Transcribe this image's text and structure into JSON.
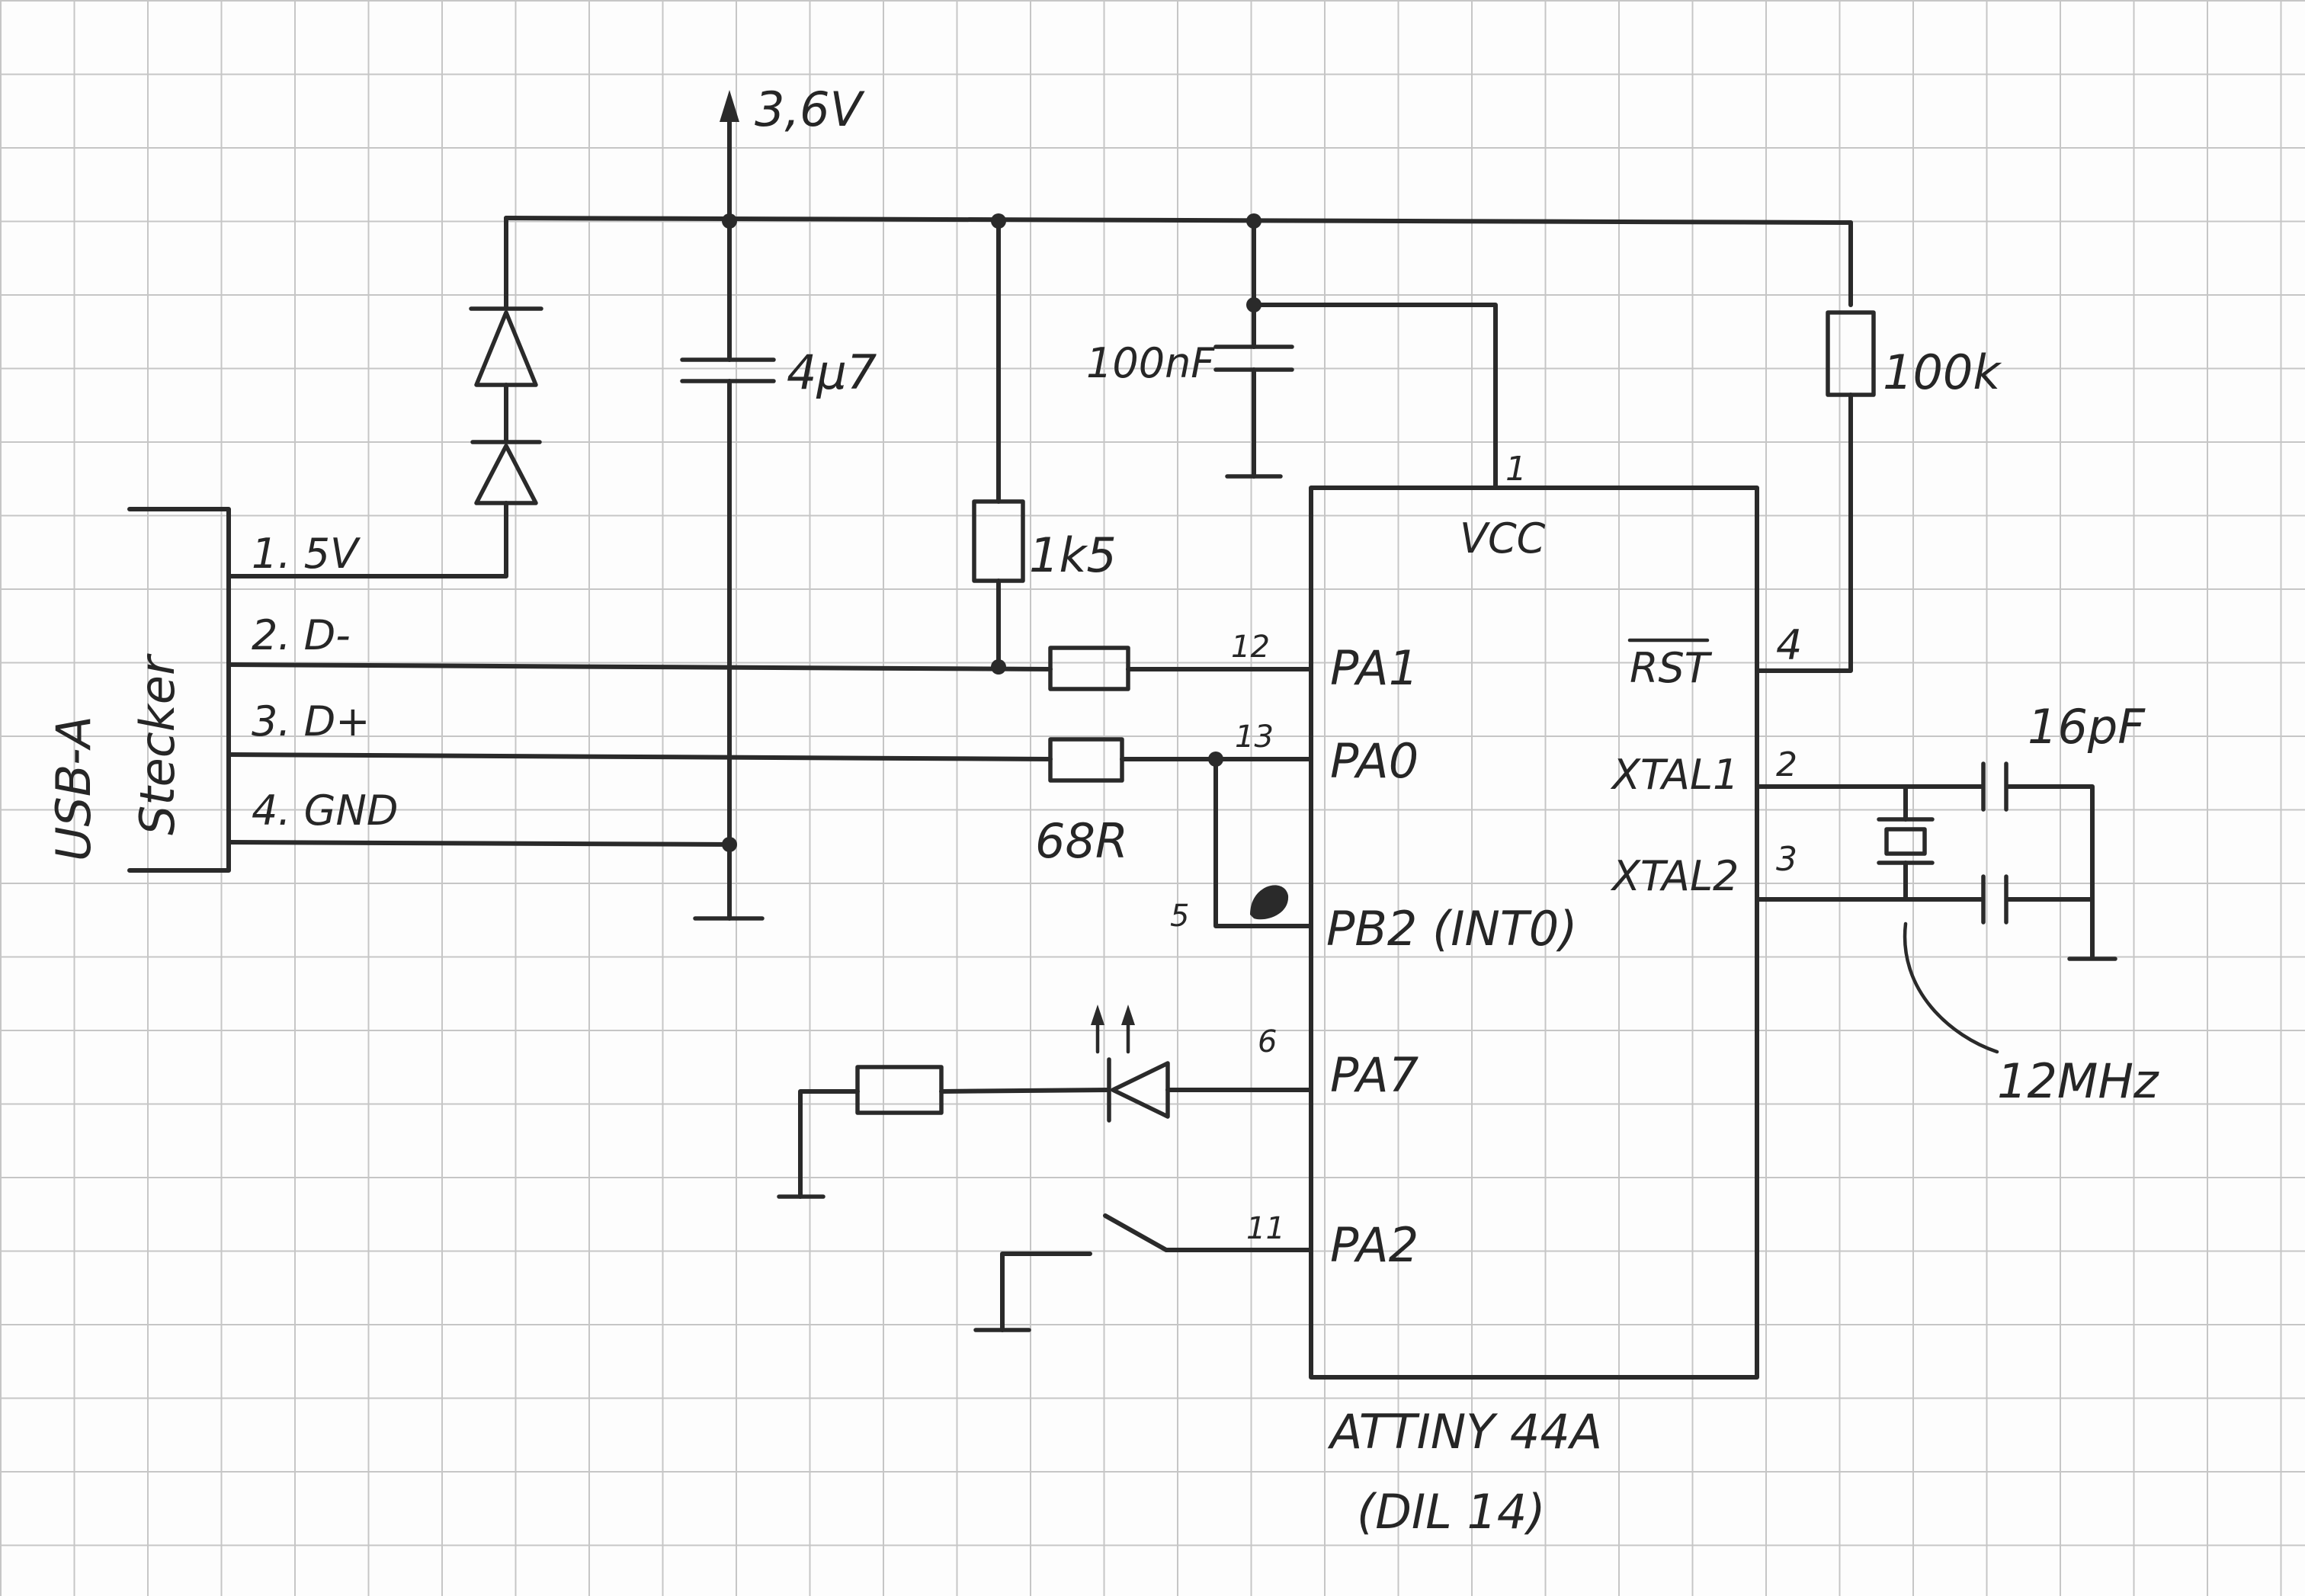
{
  "supply": {
    "voltage_label": "3,6V"
  },
  "usb": {
    "title": "USB-A",
    "subtitle": "Stecker",
    "pins": [
      "1. 5V",
      "2. D-",
      "3. D+",
      "4. GND"
    ]
  },
  "components": {
    "bulk_cap": "4μ7",
    "decoupling_cap": "100nF",
    "pullup_res": "1k5",
    "series_res": "68R",
    "reset_res": "100k",
    "crystal_caps": "16pF",
    "crystal": "12MHz"
  },
  "ic": {
    "name": "ATTINY 44A",
    "package": "(DIL 14)",
    "vcc_label": "VCC",
    "vcc_pin": "1",
    "rst_label": "RST",
    "rst_pin": "4",
    "left_pins": [
      {
        "num": "12",
        "name": "PA1"
      },
      {
        "num": "13",
        "name": "PA0"
      },
      {
        "num": "5",
        "name": "PB2 (INT0)"
      },
      {
        "num": "6",
        "name": "PA7"
      },
      {
        "num": "11",
        "name": "PA2"
      }
    ],
    "right_pins": [
      {
        "num": "2",
        "name": "XTAL1"
      },
      {
        "num": "3",
        "name": "XTAL2"
      }
    ]
  }
}
